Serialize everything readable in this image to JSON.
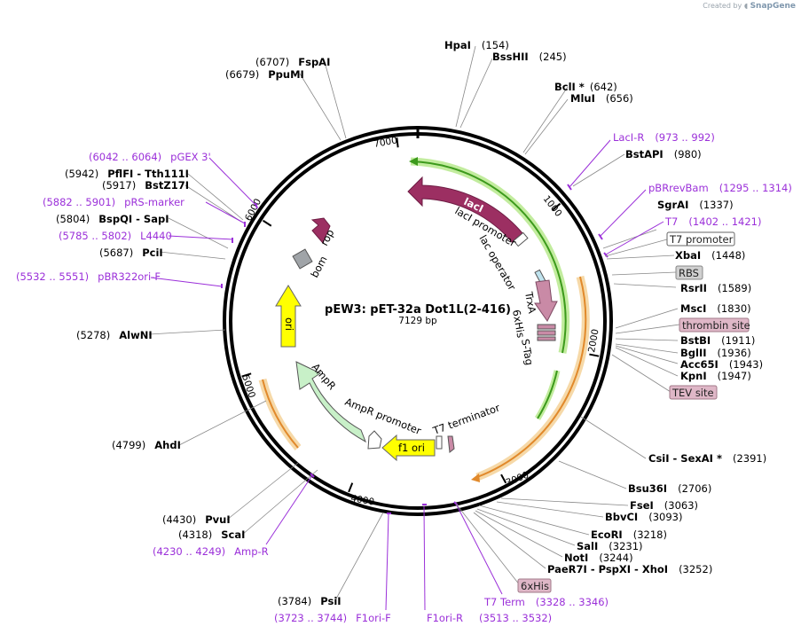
{
  "credit": {
    "created_by": "Created by",
    "brand": "SnapGene"
  },
  "plasmid": {
    "name": "pEW3: pET-32a Dot1L(2-416)",
    "size": "7129 bp"
  },
  "ticks": [
    "1000",
    "2000",
    "3000",
    "4000",
    "5000",
    "6000",
    "7000"
  ],
  "enzymes": [
    {
      "name": "HpaI",
      "pos": "(154)"
    },
    {
      "name": "BssHII",
      "pos": "(245)"
    },
    {
      "name": "BclI *",
      "pos": "(642)"
    },
    {
      "name": "MluI",
      "pos": "(656)"
    },
    {
      "name": "BstAPI",
      "pos": "(980)"
    },
    {
      "name": "SgrAI",
      "pos": "(1337)"
    },
    {
      "name": "XbaI",
      "pos": "(1448)"
    },
    {
      "name": "RsrII",
      "pos": "(1589)"
    },
    {
      "name": "MscI",
      "pos": "(1830)"
    },
    {
      "name": "BstBI",
      "pos": "(1911)"
    },
    {
      "name": "BglII",
      "pos": "(1936)"
    },
    {
      "name": "Acc65I",
      "pos": "(1943)"
    },
    {
      "name": "KpnI",
      "pos": "(1947)"
    },
    {
      "name": "CsiI  - SexAI *",
      "pos": "(2391)"
    },
    {
      "name": "Bsu36I",
      "pos": "(2706)"
    },
    {
      "name": "FseI",
      "pos": "(3063)"
    },
    {
      "name": "BbvCI",
      "pos": "(3093)"
    },
    {
      "name": "EcoRI",
      "pos": "(3218)"
    },
    {
      "name": "SalI",
      "pos": "(3231)"
    },
    {
      "name": "NotI",
      "pos": "(3244)"
    },
    {
      "name": "PaeR7I  - PspXI  - XhoI",
      "pos": "(3252)"
    },
    {
      "name": "PsiI",
      "pos": "(3784)"
    },
    {
      "name": "ScaI",
      "pos": "(4318)"
    },
    {
      "name": "PvuI",
      "pos": "(4430)"
    },
    {
      "name": "AhdI",
      "pos": "(4799)"
    },
    {
      "name": "AlwNI",
      "pos": "(5278)"
    },
    {
      "name": "PciI",
      "pos": "(5687)"
    },
    {
      "name": "BspQI  - SapI",
      "pos": "(5804)"
    },
    {
      "name": "BstZ17I",
      "pos": "(5917)"
    },
    {
      "name": "PflFI  - Tth111I",
      "pos": "(5942)"
    },
    {
      "name": "PpuMI",
      "pos": "(6679)"
    },
    {
      "name": "FspAI",
      "pos": "(6707)"
    }
  ],
  "primers": [
    {
      "name": "LacI-R",
      "range": "(973 .. 992)"
    },
    {
      "name": "pBRrevBam",
      "range": "(1295 .. 1314)"
    },
    {
      "name": "T7",
      "range": "(1402 .. 1421)"
    },
    {
      "name": "T7 Term",
      "range": "(3328 .. 3346)"
    },
    {
      "name": "F1ori-R",
      "range": "(3513 .. 3532)"
    },
    {
      "name": "F1ori-F",
      "range": "(3723 .. 3744)"
    },
    {
      "name": "Amp-R",
      "range": "(4230 .. 4249)"
    },
    {
      "name": "pBR322ori-F",
      "range": "(5532 .. 5551)"
    },
    {
      "name": "L4440",
      "range": "(5785 .. 5802)"
    },
    {
      "name": "pRS-marker",
      "range": "(5882 .. 5901)"
    },
    {
      "name": "pGEX 3'",
      "range": "(6042 .. 6064)"
    }
  ],
  "boxed_features": [
    "T7 promoter",
    "RBS",
    "thrombin site",
    "TEV site",
    "6xHis"
  ],
  "features": {
    "lacI": "lacI",
    "lacI_promoter": "lacI promoter",
    "lac_operator": "lac operator",
    "trxa": "TrxA",
    "his": "6xHis",
    "stag": "S-Tag",
    "t7_terminator": "T7 terminator",
    "f1ori": "f1 ori",
    "ampr_promoter": "AmpR promoter",
    "ampr": "AmpR",
    "ori": "ori",
    "rop": "rop",
    "bom": "bom"
  },
  "colors": {
    "lacI": "#9c2f62",
    "trxa": "#c98aa6",
    "ampr": "#c8f0c8",
    "ori": "#ffff00",
    "green_arc": "#3c9a1c",
    "orange_arc": "#e1892b",
    "primer": "#9b30d9",
    "box_gray": "#d0d0d0",
    "box_pink": "#dfb7c7"
  }
}
